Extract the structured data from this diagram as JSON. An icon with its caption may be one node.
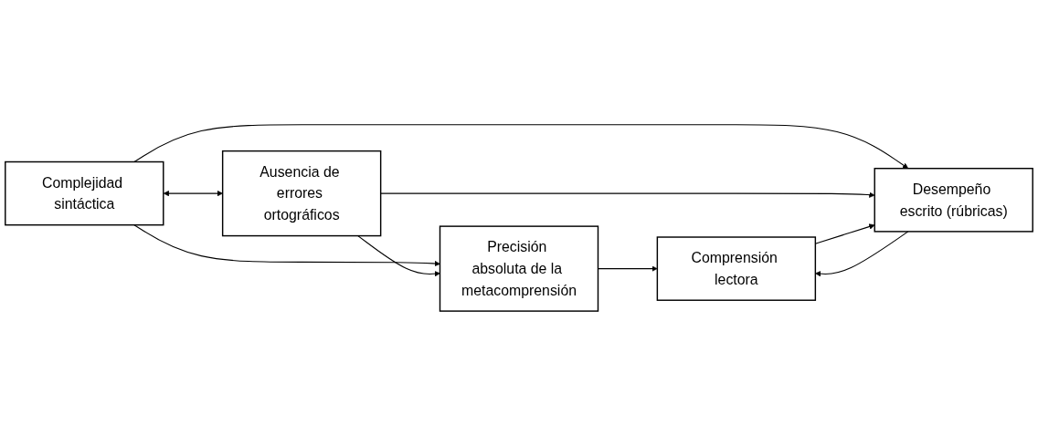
{
  "diagram": {
    "nodes": [
      {
        "text": [
          "Complejidad sintáctica"
        ]
      },
      {
        "text": [
          "Precisión absoluta de la metacomprensión"
        ]
      },
      {
        "text": [
          "Comprensión lectora"
        ]
      },
      {
        "text": [
          "Ausencia de errores ortográficos"
        ]
      },
      {
        "text": [
          "Desempeño escrito (rúbricas)"
        ]
      }
    ],
    "edges": [
      {
        "from": 0,
        "to": 1,
        "arrow": "to"
      },
      {
        "from": 0,
        "to": 4,
        "arrow": "to"
      },
      {
        "from": 0,
        "to": 3,
        "arrow": "both"
      },
      {
        "from": 3,
        "to": 1,
        "arrow": "to"
      },
      {
        "from": 3,
        "to": 4,
        "arrow": "to"
      },
      {
        "from": 1,
        "to": 2,
        "arrow": "to"
      },
      {
        "from": 4,
        "to": 2,
        "arrow": "to"
      },
      {
        "from": 2,
        "to": 4,
        "arrow": "to"
      }
    ]
  }
}
